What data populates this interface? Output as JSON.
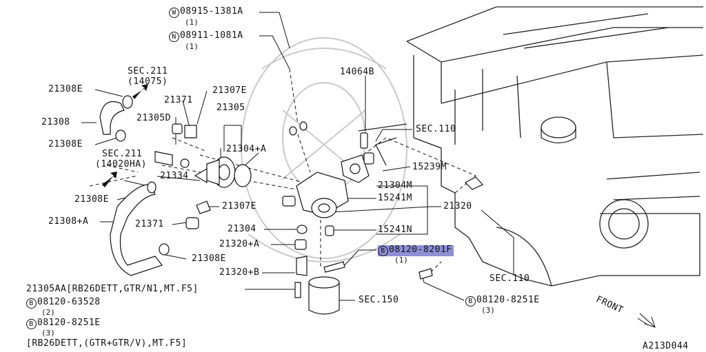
{
  "labels": {
    "w_08915": {
      "prefix": "W",
      "text": "08915-1381A",
      "qty": "(1)"
    },
    "n_08911": {
      "prefix": "N",
      "text": "08911-1081A",
      "qty": "(1)"
    },
    "sec211_top": {
      "text": "SEC.211",
      "sub": "(14075)"
    },
    "sec211_mid": {
      "text": "SEC.211",
      "sub": "(14020HA)"
    },
    "p21308E_a": "21308E",
    "p21308": "21308",
    "p21308E_b": "21308E",
    "p21371_a": "21371",
    "p21307E_a": "21307E",
    "p21305": "21305",
    "p21305D": "21305D",
    "p21304A": "21304+A",
    "p14064B": "14064B",
    "sec110_a": "SEC.110",
    "p15239M": "15239M",
    "p21334": "21334",
    "p21304M": "21304M",
    "p15241M": "15241M",
    "p21320": "21320",
    "p21308E_c": "21308E",
    "p21307E_b": "21307E",
    "p21308A": "21308+A",
    "p21371_b": "21371",
    "p21304": "21304",
    "p15241N": "15241N",
    "p21320A": "21320+A",
    "b_08120_8201F": {
      "prefix": "B",
      "text": "08120-8201F",
      "qty": "(1)"
    },
    "p21308E_d": "21308E",
    "p21320B": "21320+B",
    "sec110_b": "SEC.110",
    "p21305AA": "21305AA[RB26DETT,GTR/N1,MT.F5]",
    "b_08120_63528": {
      "prefix": "B",
      "text": "08120-63528",
      "qty": "(2)"
    },
    "sec150": "SEC.150",
    "b_08120_8251E_r": {
      "prefix": "B",
      "text": "08120-8251E",
      "qty": "(3)"
    },
    "b_08120_8251E_l": {
      "prefix": "B",
      "text": "08120-8251E",
      "qty": "(3)"
    },
    "footnote": "[RB26DETT,(GTR+GTR/V),MT.F5]",
    "front": "FRONT",
    "diagram_code": "A213D044"
  },
  "highlight_color": "#8f8fd6"
}
